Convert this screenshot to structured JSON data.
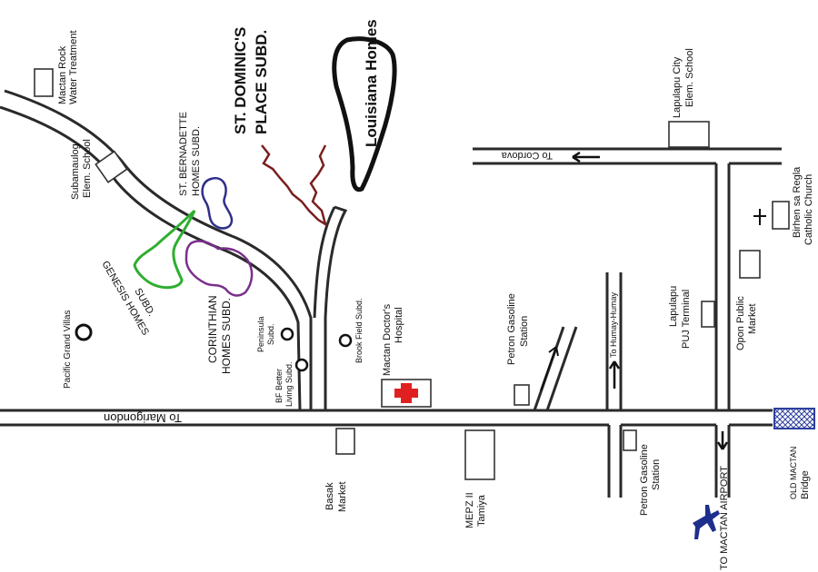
{
  "colors": {
    "road": "#2a2a2a",
    "st_dominics": "#7a1e1e",
    "louisiana_text": "#e0198a",
    "louisiana_outline": "#111111",
    "st_bernadette": "#2e2e8c",
    "genesis": "#2fae2f",
    "corinthian": "#7a2f8a",
    "hospital_cross": "#e02020",
    "bridge": "#2e3f9e",
    "airport_icon": "#1e2e8c"
  },
  "labels": {
    "st_dominics_line1": "ST. DOMINIC'S",
    "st_dominics_line2": "PLACE SUBD.",
    "louisiana": "Louisiana Homes",
    "mactan_rock_line1": "Mactan Rock",
    "mactan_rock_line2": "Water Treatment",
    "subamaulog_line1": "Subamaulog",
    "subamaulog_line2": "Elem. School",
    "st_bernadette_line1": "ST. BERNADETTE",
    "st_bernadette_line2": "HOMES SUBD.",
    "genesis_line1": "GENESIS HOMES",
    "genesis_line2": "SUBD.",
    "corinthian_line1": "CORINTHIAN",
    "corinthian_line2": "HOMES SUBD.",
    "pacific_grand_villas": "Pacific Grand Villas",
    "peninsula_line1": "Peninsula",
    "peninsula_line2": "Subd.",
    "bf_better_line1": "BF Better",
    "bf_better_line2": "Living Subd.",
    "brook_field": "Brook Field Subd.",
    "mactan_doctors_line1": "Mactan Doctor's",
    "mactan_doctors_line2": "Hospital",
    "petron_top_line1": "Petron Gasoline",
    "petron_top_line2": "Station",
    "to_humay": "To Humay-Humay",
    "lapulapu_city_line1": "Lapulapu City",
    "lapulapu_city_line2": "Elem. School",
    "to_cordova": "To Cordova",
    "birhen_line1": "Birhen sa Regla",
    "birhen_line2": "Catholic Church",
    "lapulapu_puj_line1": "Lapulapu",
    "lapulapu_puj_line2": "PUJ Terminal",
    "opon_line1": "Opon Public",
    "opon_line2": "Market",
    "to_marigondon": "To Marigondon",
    "basak_line1": "Basak",
    "basak_line2": "Market",
    "mepz_line1": "MEPZ II",
    "mepz_line2": "Tamiya",
    "petron_bottom_line1": "Petron Gasoline",
    "petron_bottom_line2": "Station",
    "to_airport": "TO MACTAN AIRPORT",
    "bridge_line1": "OLD MACTAN",
    "bridge_line2": "Bridge"
  },
  "icons": {
    "hospital": "red-cross-icon",
    "airport": "airplane-icon",
    "church": "cross-icon",
    "bridge": "bridge-hatch-icon"
  }
}
